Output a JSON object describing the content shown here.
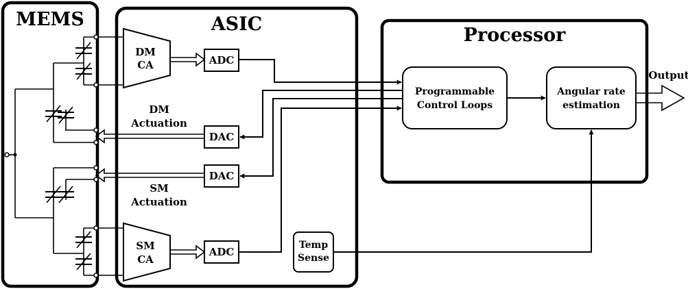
{
  "mems": {
    "label": "MEMS"
  },
  "asic": {
    "label": "ASIC"
  },
  "processor": {
    "label": "Processor"
  },
  "blocks": {
    "dm_ca": [
      "DM",
      "CA"
    ],
    "sm_ca": [
      "SM",
      "CA"
    ],
    "adc_top": "ADC",
    "adc_bottom": "ADC",
    "dac_top": "DAC",
    "dac_bottom": "DAC",
    "temp_sense": [
      "Temp",
      "Sense"
    ],
    "control_loops": [
      "Programmable",
      "Control Loops"
    ],
    "rate_estimation": [
      "Angular rate",
      "estimation"
    ]
  },
  "labels": {
    "dm_actuation": [
      "DM",
      "Actuation"
    ],
    "sm_actuation": [
      "SM",
      "Actuation"
    ],
    "output": "Output"
  }
}
